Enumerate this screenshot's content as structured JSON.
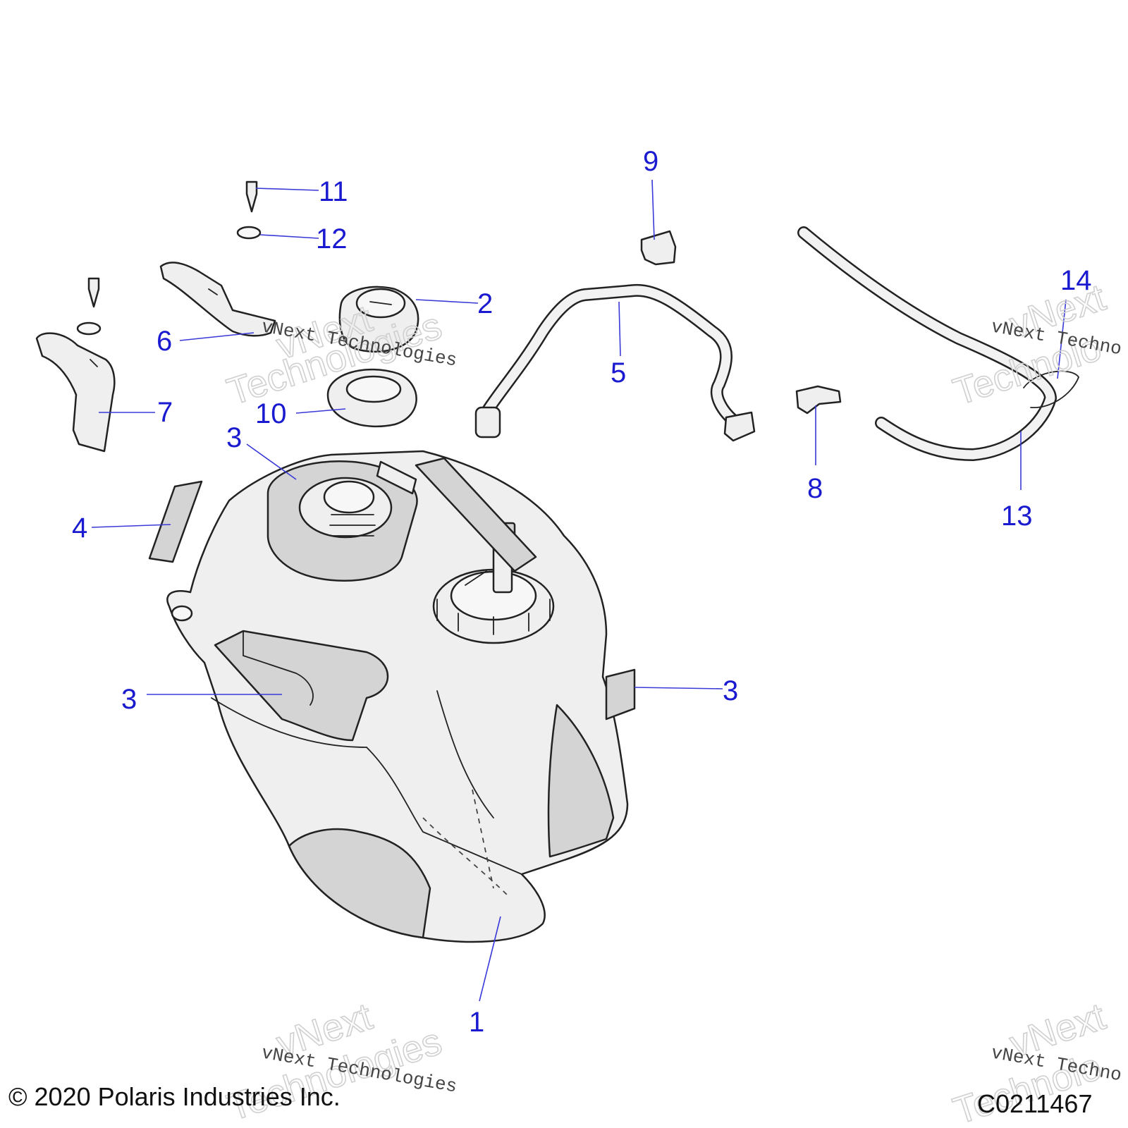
{
  "colors": {
    "callout": "#1a1ad0",
    "line_art": "#222222",
    "part_fill": "#efefef",
    "watermark": "#d0d0d0"
  },
  "callouts": {
    "c1": "1",
    "c2": "2",
    "c3a": "3",
    "c3b": "3",
    "c3c": "3",
    "c4": "4",
    "c5": "5",
    "c6": "6",
    "c7": "7",
    "c8": "8",
    "c9": "9",
    "c10": "10",
    "c11": "11",
    "c12": "12",
    "c13": "13",
    "c14": "14"
  },
  "watermark": {
    "company": "vNext Technologies",
    "brand": "vNext",
    "suffix": "Technologies",
    "cut": "vNext Techno",
    "cut_brand": "vNext",
    "cut_suffix": "Technolo"
  },
  "footer": {
    "copyright": "© 2020 Polaris Industries Inc.",
    "drawing_number": "C0211467"
  }
}
